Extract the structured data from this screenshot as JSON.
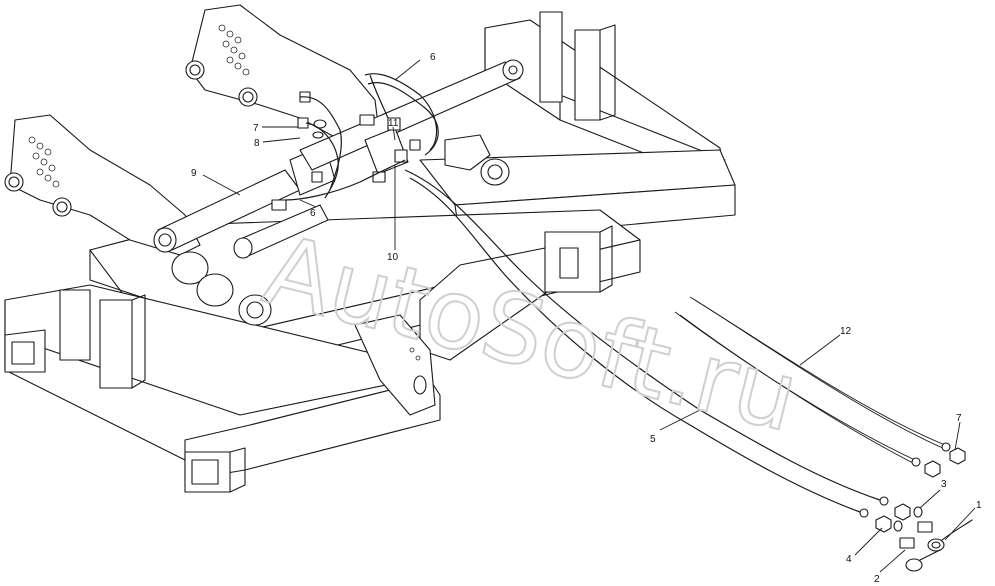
{
  "watermark": "AutoSoft.ru",
  "callouts": {
    "c1": "1",
    "c2": "2",
    "c3": "3",
    "c4": "4",
    "c5": "5",
    "c6a": "6",
    "c6b": "6",
    "c7a": "7",
    "c7b": "7",
    "c8": "8",
    "c9": "9",
    "c10": "10",
    "c11": "11",
    "c12": "12"
  },
  "colors": {
    "line": "#1a1a1a",
    "background": "#ffffff",
    "watermark": "#cfcfcf"
  }
}
